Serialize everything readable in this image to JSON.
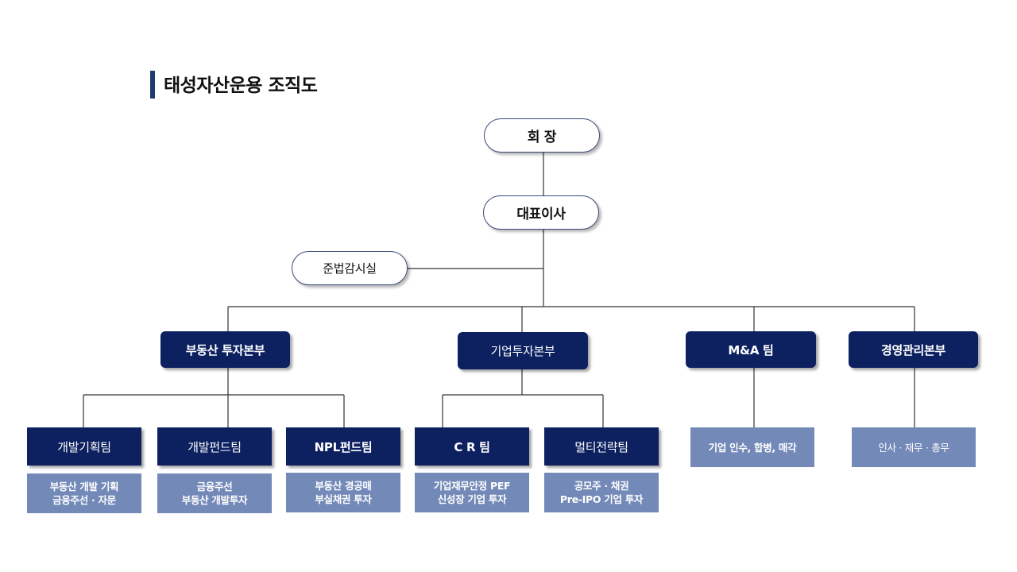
{
  "title": "태성자산운용 조직도",
  "top": {
    "chairman": "회 장",
    "ceo": "대표이사",
    "compliance": "준법감시실"
  },
  "divisions": {
    "realestate": "부동산 투자본부",
    "corporate": "기업투자본부",
    "mna": "M&A 팀",
    "management": "경영관리본부"
  },
  "teams": {
    "dev_planning": "개발기획팀",
    "dev_fund": "개발펀드팀",
    "npl_fund": "NPL펀드팀",
    "cr": "C R 팀",
    "multi_strategy": "멀티전략팀"
  },
  "descriptions": {
    "dev_planning": [
      "부동산 개발 기획",
      "금융주선 · 자문"
    ],
    "dev_fund": [
      "금융주선",
      "부동산 개발투자"
    ],
    "npl_fund": [
      "부동산 경공매",
      "부실채권 투자"
    ],
    "cr": [
      "기업재무안정 PEF",
      "신성장 기업 투자"
    ],
    "multi_strategy": [
      "공모주 · 채권",
      "Pre-IPO 기업 투자"
    ],
    "mna": [
      "기업 인수, 합병, 매각"
    ],
    "management": [
      "인사 · 재무 · 총무"
    ]
  }
}
